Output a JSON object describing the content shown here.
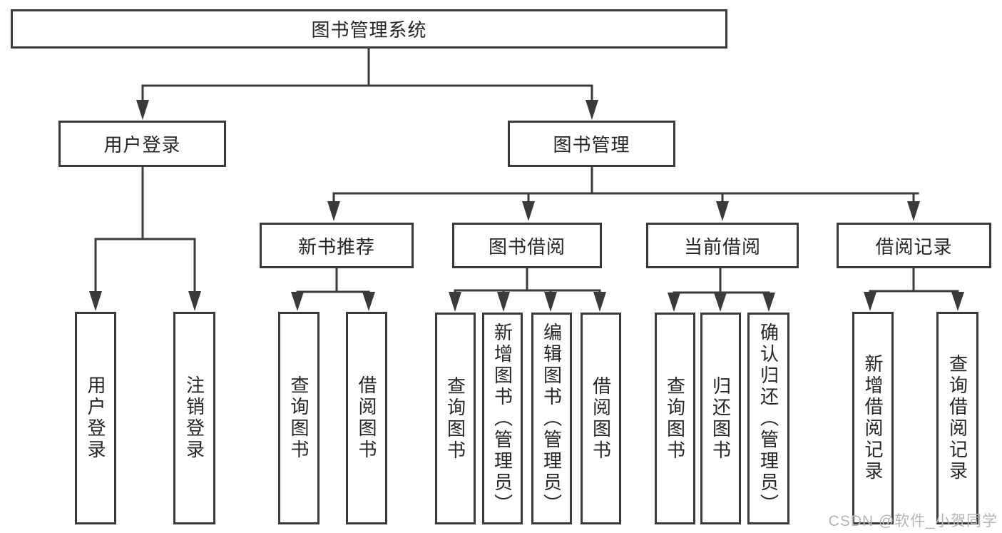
{
  "diagram": {
    "root": {
      "label": "图书管理系统"
    },
    "level2": [
      {
        "label": "用户登录"
      },
      {
        "label": "图书管理"
      }
    ],
    "level3": [
      {
        "label": "新书推荐"
      },
      {
        "label": "图书借阅"
      },
      {
        "label": "当前借阅"
      },
      {
        "label": "借阅记录"
      }
    ],
    "leaves": {
      "user_login": [
        {
          "label": "用户登录"
        },
        {
          "label": "注销登录"
        }
      ],
      "recommend": [
        {
          "label": "查询图书"
        },
        {
          "label": "借阅图书"
        }
      ],
      "borrow": [
        {
          "label": "查询图书"
        },
        {
          "label": "新增图书（管理员）"
        },
        {
          "label": "编辑图书（管理员）"
        },
        {
          "label": "借阅图书"
        }
      ],
      "current": [
        {
          "label": "查询图书"
        },
        {
          "label": "归还图书"
        },
        {
          "label": "确认归还（管理员）"
        }
      ],
      "records": [
        {
          "label": "新增借阅记录"
        },
        {
          "label": "查询借阅记录"
        }
      ]
    },
    "colors": {
      "line": "#3a3a3a",
      "box_fill": "#ffffff",
      "text": "#262626",
      "background": "#ffffff",
      "watermark": "#b5b5b5"
    }
  },
  "watermark": {
    "text": "CSDN @软件_小贺同学"
  }
}
